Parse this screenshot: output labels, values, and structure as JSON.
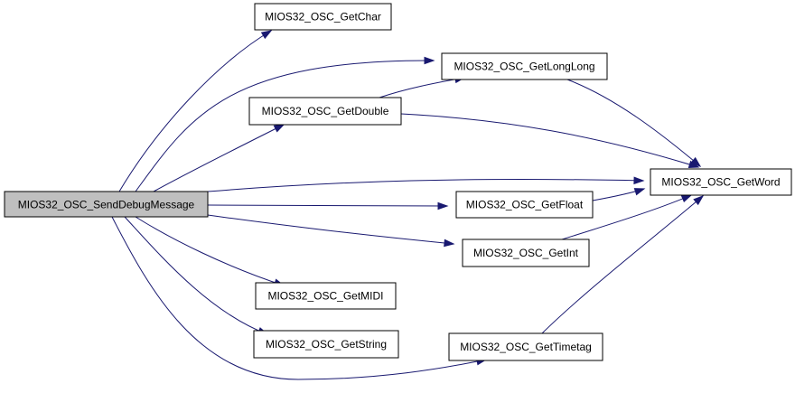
{
  "graph": {
    "root": "MIOS32_OSC_SendDebugMessage",
    "nodes": [
      {
        "id": "send",
        "label": "MIOS32_OSC_SendDebugMessage",
        "root": true
      },
      {
        "id": "getchar",
        "label": "MIOS32_OSC_GetChar"
      },
      {
        "id": "getlonglong",
        "label": "MIOS32_OSC_GetLongLong"
      },
      {
        "id": "getdouble",
        "label": "MIOS32_OSC_GetDouble"
      },
      {
        "id": "getword",
        "label": "MIOS32_OSC_GetWord"
      },
      {
        "id": "getfloat",
        "label": "MIOS32_OSC_GetFloat"
      },
      {
        "id": "getint",
        "label": "MIOS32_OSC_GetInt"
      },
      {
        "id": "getmidi",
        "label": "MIOS32_OSC_GetMIDI"
      },
      {
        "id": "getstring",
        "label": "MIOS32_OSC_GetString"
      },
      {
        "id": "gettimetag",
        "label": "MIOS32_OSC_GetTimetag"
      }
    ],
    "edges": [
      {
        "from": "send",
        "to": "getchar"
      },
      {
        "from": "send",
        "to": "getlonglong"
      },
      {
        "from": "send",
        "to": "getdouble"
      },
      {
        "from": "send",
        "to": "getword"
      },
      {
        "from": "send",
        "to": "getfloat"
      },
      {
        "from": "send",
        "to": "getint"
      },
      {
        "from": "send",
        "to": "getmidi"
      },
      {
        "from": "send",
        "to": "getstring"
      },
      {
        "from": "send",
        "to": "gettimetag"
      },
      {
        "from": "getdouble",
        "to": "getlonglong"
      },
      {
        "from": "getdouble",
        "to": "getword"
      },
      {
        "from": "getlonglong",
        "to": "getword"
      },
      {
        "from": "getfloat",
        "to": "getword"
      },
      {
        "from": "getint",
        "to": "getword"
      },
      {
        "from": "gettimetag",
        "to": "getword"
      }
    ],
    "colors": {
      "edge": "#191970",
      "root_fill": "#bfbfbf",
      "node_fill": "#ffffff",
      "border": "#000000"
    }
  }
}
